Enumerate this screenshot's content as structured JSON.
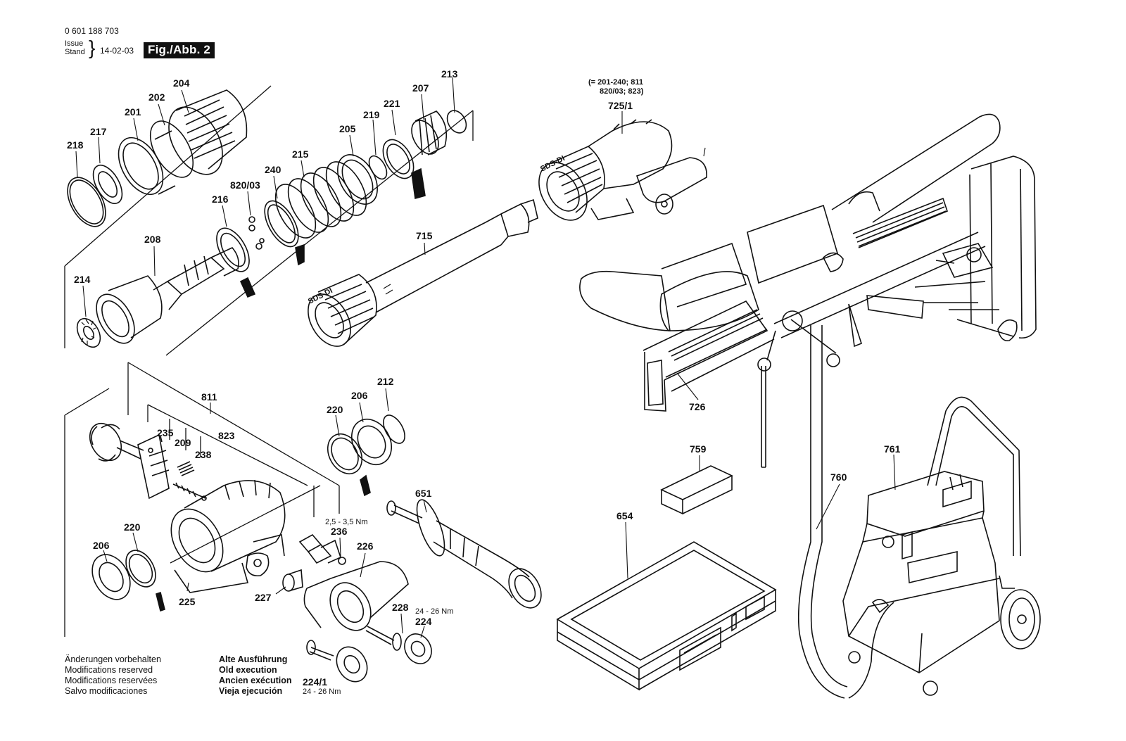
{
  "header": {
    "doc_number": "0 601 188 703",
    "issue_label": "Issue",
    "stand_label": "Stand",
    "issue_date": "14-02-03",
    "figure_label": "Fig./Abb. 2"
  },
  "parts": {
    "p201": "201",
    "p202": "202",
    "p204": "204",
    "p205": "205",
    "p206a": "206",
    "p206b": "206",
    "p207": "207",
    "p208": "208",
    "p209": "209",
    "p212": "212",
    "p213": "213",
    "p214": "214",
    "p215": "215",
    "p216": "216",
    "p217": "217",
    "p218": "218",
    "p219": "219",
    "p220a": "220",
    "p220b": "220",
    "p221": "221",
    "p224": "224",
    "p224_1": "224/1",
    "p225": "225",
    "p226": "226",
    "p227": "227",
    "p228": "228",
    "p235": "235",
    "p236": "236",
    "p238": "238",
    "p240": "240",
    "p651": "651",
    "p654": "654",
    "p715": "715",
    "p725_1": "725/1",
    "p726": "726",
    "p759": "759",
    "p760": "760",
    "p761": "761",
    "p811": "811",
    "p820_03": "820/03",
    "p823": "823"
  },
  "annotations": {
    "assembly_note_line1": "(= 201-240; 811",
    "assembly_note_line2": "820/03; 823)",
    "sds_di_a": "SDS-DI",
    "sds_di_b": "SDS-DI",
    "torque_236": "2,5 - 3,5 Nm",
    "torque_224": "24 - 26 Nm",
    "torque_224_1": "24 - 26 Nm"
  },
  "notes": {
    "line_de": "Änderungen vorbehalten",
    "line_en": "Modifications reserved",
    "line_fr": "Modifications reservées",
    "line_es": "Salvo modificaciones"
  },
  "old_execution": {
    "line_de": "Alte Ausführung",
    "line_en": "Old execution",
    "line_fr": "Ancien exécution",
    "line_es": "Vieja ejecución"
  }
}
